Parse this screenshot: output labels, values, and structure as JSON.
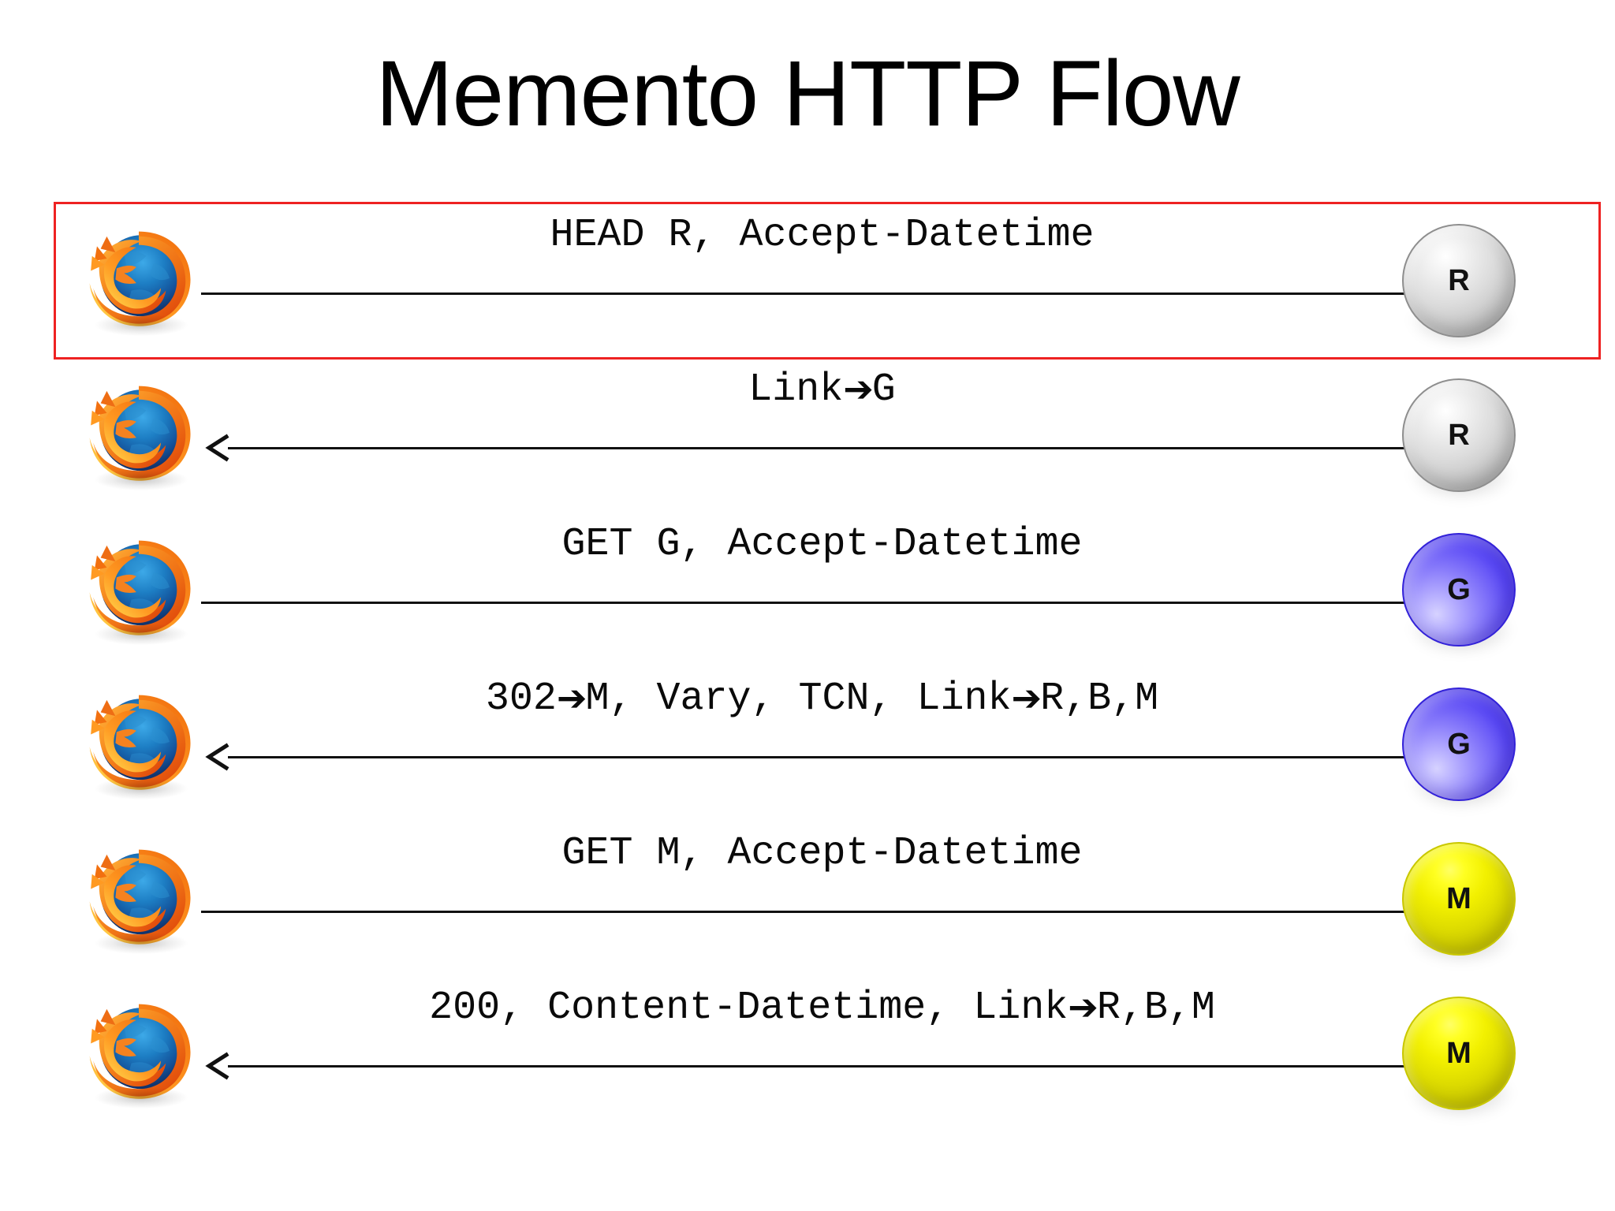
{
  "slide": {
    "title": "Memento HTTP Flow",
    "background_color": "#ffffff",
    "highlight_box_color": "#ee2222",
    "text_color": "#0a0a0a"
  },
  "legend": {
    "client_icon": "firefox-logo",
    "resource_color": "#c2c2c2",
    "timegate_color": "#5c4bf5",
    "memento_color": "#f2f000"
  },
  "flow": {
    "rows": [
      {
        "index": 1,
        "highlighted": true,
        "direction": "right",
        "client": "firefox-logo",
        "message_parts": [
          {
            "type": "text",
            "value": "HEAD R, Accept-Datetime"
          }
        ],
        "message_plain": "HEAD R, Accept-Datetime",
        "server": {
          "label": "R",
          "color_name": "grey",
          "color": "#c2c2c2"
        }
      },
      {
        "index": 2,
        "highlighted": false,
        "direction": "left",
        "client": "firefox-logo",
        "message_parts": [
          {
            "type": "text",
            "value": "Link"
          },
          {
            "type": "arrow",
            "value": "➔"
          },
          {
            "type": "text",
            "value": "G"
          }
        ],
        "message_plain": "Link➔G",
        "server": {
          "label": "R",
          "color_name": "grey",
          "color": "#c2c2c2"
        }
      },
      {
        "index": 3,
        "highlighted": false,
        "direction": "right",
        "client": "firefox-logo",
        "message_parts": [
          {
            "type": "text",
            "value": "GET G, Accept-Datetime"
          }
        ],
        "message_plain": "GET G, Accept-Datetime",
        "server": {
          "label": "G",
          "color_name": "blue",
          "color": "#5c4bf5"
        }
      },
      {
        "index": 4,
        "highlighted": false,
        "direction": "left",
        "client": "firefox-logo",
        "message_parts": [
          {
            "type": "text",
            "value": "302"
          },
          {
            "type": "arrow",
            "value": "➔"
          },
          {
            "type": "text",
            "value": "M, Vary, TCN, Link"
          },
          {
            "type": "arrow",
            "value": "➔"
          },
          {
            "type": "text",
            "value": "R,B,M"
          }
        ],
        "message_plain": "302➔M, Vary, TCN, Link➔R,B,M",
        "server": {
          "label": "G",
          "color_name": "blue",
          "color": "#5c4bf5"
        }
      },
      {
        "index": 5,
        "highlighted": false,
        "direction": "right",
        "client": "firefox-logo",
        "message_parts": [
          {
            "type": "text",
            "value": "GET M, Accept-Datetime"
          }
        ],
        "message_plain": "GET M, Accept-Datetime",
        "server": {
          "label": "M",
          "color_name": "yellow",
          "color": "#f2f000"
        }
      },
      {
        "index": 6,
        "highlighted": false,
        "direction": "left",
        "client": "firefox-logo",
        "message_parts": [
          {
            "type": "text",
            "value": "200, Content-Datetime, Link"
          },
          {
            "type": "arrow",
            "value": "➔"
          },
          {
            "type": "text",
            "value": "R,B,M"
          }
        ],
        "message_plain": "200, Content-Datetime, Link➔R,B,M",
        "server": {
          "label": "M",
          "color_name": "yellow",
          "color": "#f2f000"
        }
      }
    ]
  }
}
